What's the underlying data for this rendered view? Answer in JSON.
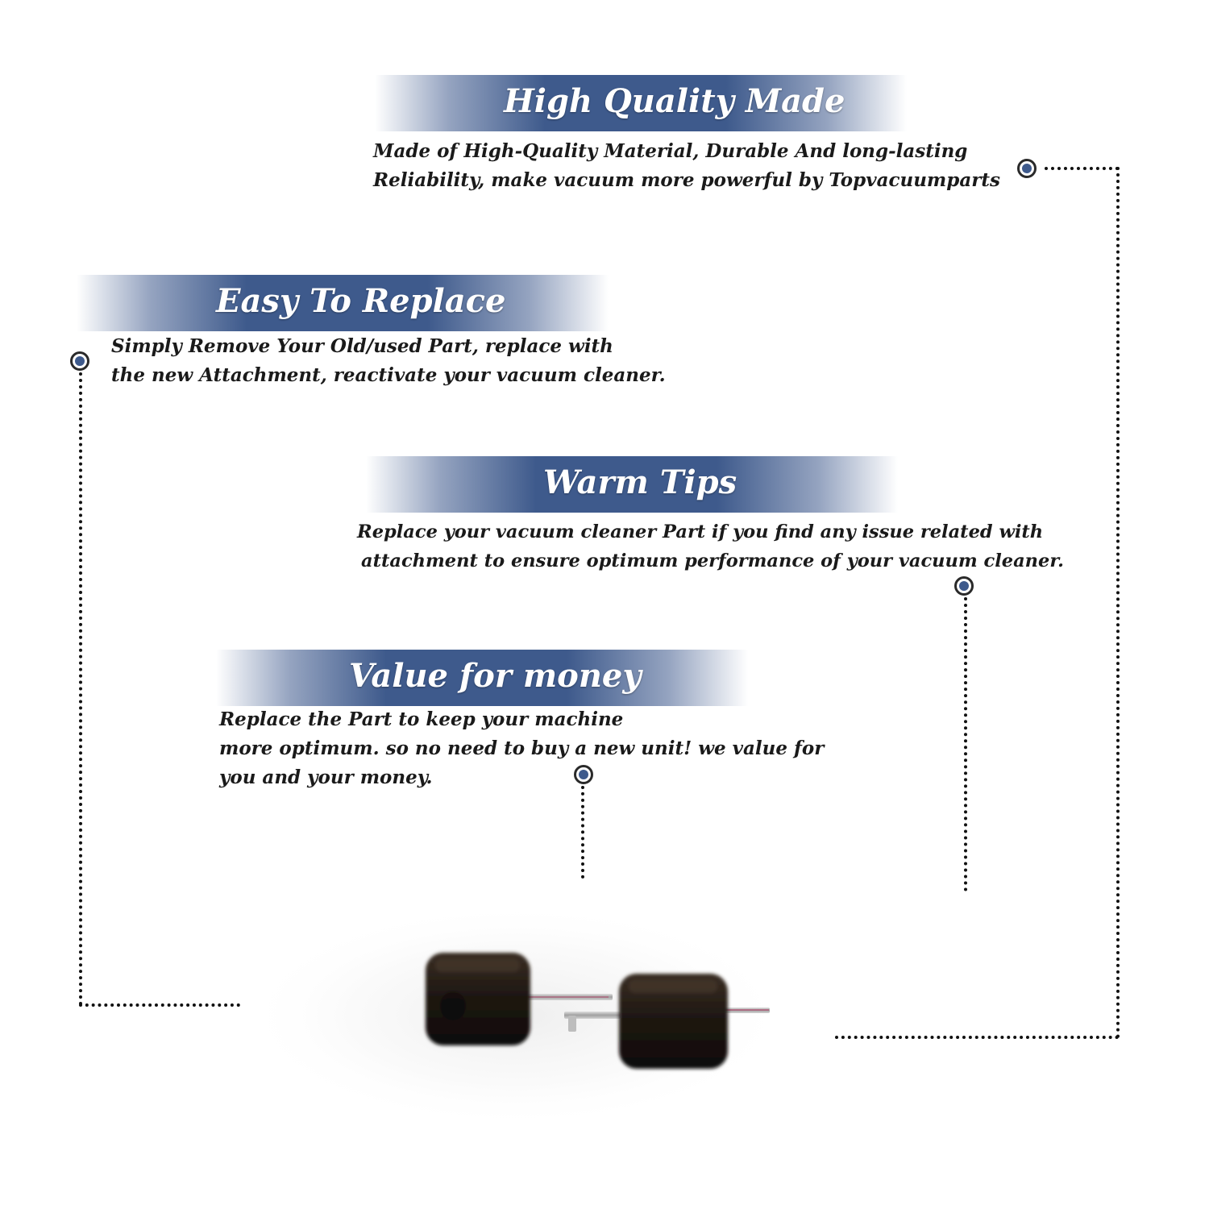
{
  "sections": [
    {
      "title": "High Quality Made",
      "lines": [
        "Made of  High-Quality Material, Durable And long-lasting",
        "Reliability, make vacuum more powerful by Topvacuumparts"
      ]
    },
    {
      "title": "Easy To Replace",
      "lines": [
        "Simply Remove Your Old/used Part, replace with",
        "the new Attachment, reactivate your vacuum cleaner."
      ]
    },
    {
      "title": "Warm Tips",
      "lines": [
        "Replace your vacuum cleaner Part if you find any issue related with",
        "attachment to ensure optimum performance of your vacuum cleaner."
      ]
    },
    {
      "title": "Value for money",
      "lines": [
        "Replace the Part to keep your machine",
        "more optimum. so no need to buy a new unit! we value for",
        "you and your money."
      ]
    }
  ],
  "colors": {
    "accent": "#3e5a8c",
    "text": "#1a1a1a"
  },
  "icons": {
    "marker": "target-dot-icon"
  }
}
